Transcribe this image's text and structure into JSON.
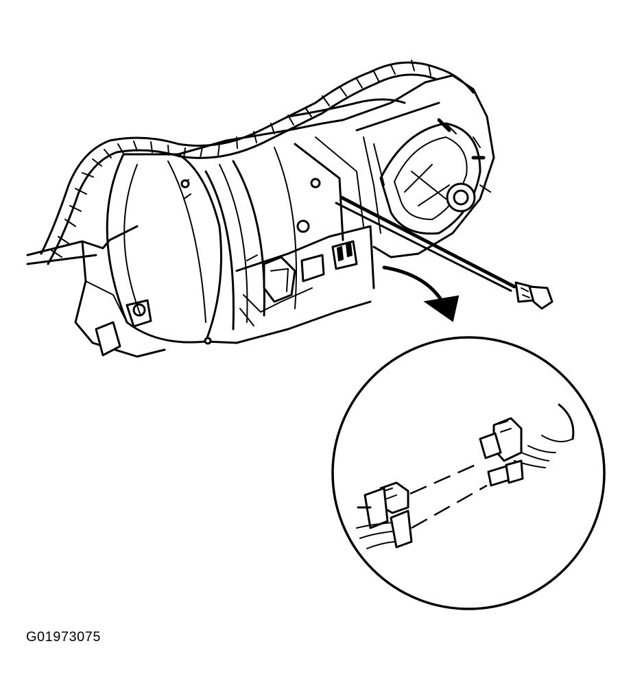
{
  "figure": {
    "id_label": "G01973075"
  },
  "parts": {
    "transmission": "transmission-assembly",
    "wiring_harness": "wiring-harness",
    "dipstick_tube": "fill-tube",
    "connector_detail": "connector-detail-inset",
    "callout_arrow": "curved-arrow"
  }
}
